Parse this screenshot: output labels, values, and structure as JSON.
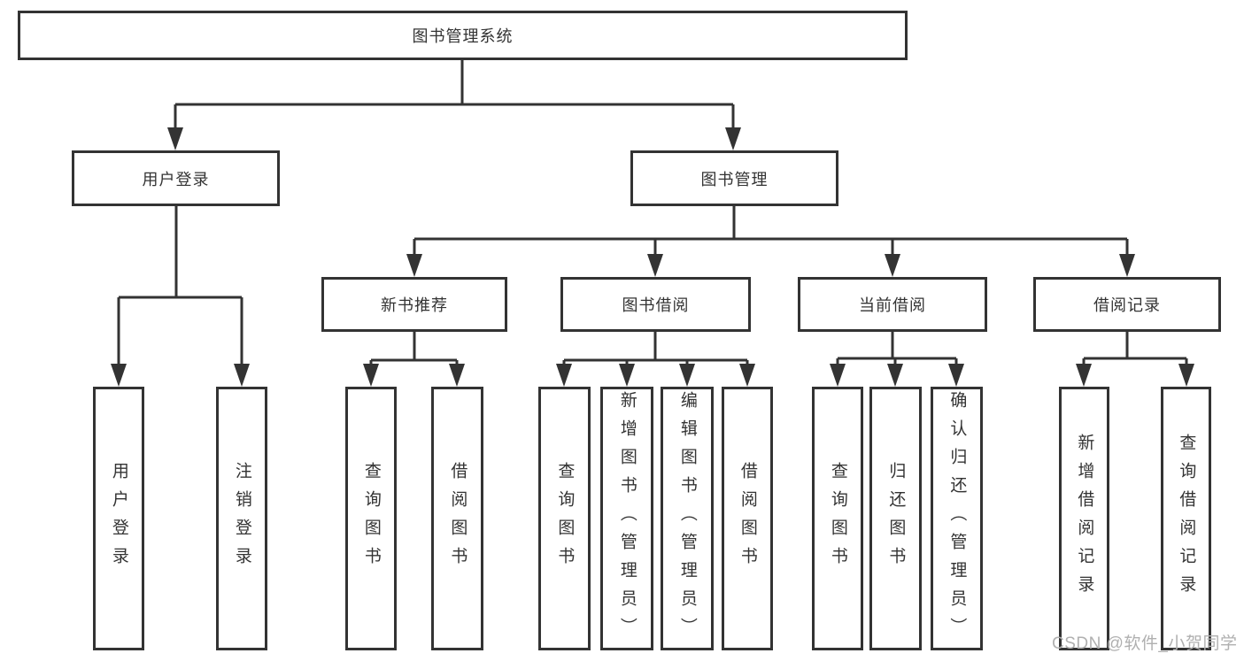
{
  "diagram": {
    "title": "图书管理系统",
    "nodes": {
      "root": "图书管理系统",
      "user_login": "用户登录",
      "book_mgmt": "图书管理",
      "new_book_rec": "新书推荐",
      "book_borrow": "图书借阅",
      "current_borrow": "当前借阅",
      "borrow_records": "借阅记录",
      "leaf_user_login": "用户登录",
      "leaf_logout": "注销登录",
      "leaf_nbr_query_book": "查询图书",
      "leaf_nbr_borrow_book": "借阅图书",
      "leaf_bb_query_book": "查询图书",
      "leaf_bb_add_book": "新增图书（管理员）",
      "leaf_bb_edit_book": "编辑图书（管理员）",
      "leaf_bb_borrow_book": "借阅图书",
      "leaf_cb_query_book": "查询图书",
      "leaf_cb_return_book": "归还图书",
      "leaf_cb_confirm_return": "确认归还（管理员）",
      "leaf_br_add_record": "新增借阅记录",
      "leaf_br_query_record": "查询借阅记录"
    }
  },
  "watermark": {
    "text": "CSDN @软件_小贺同学"
  },
  "colors": {
    "line": "#333333",
    "box_border": "#333333",
    "box_background": "#ffffff",
    "text": "#333333",
    "watermark": "#b0b0b0"
  }
}
